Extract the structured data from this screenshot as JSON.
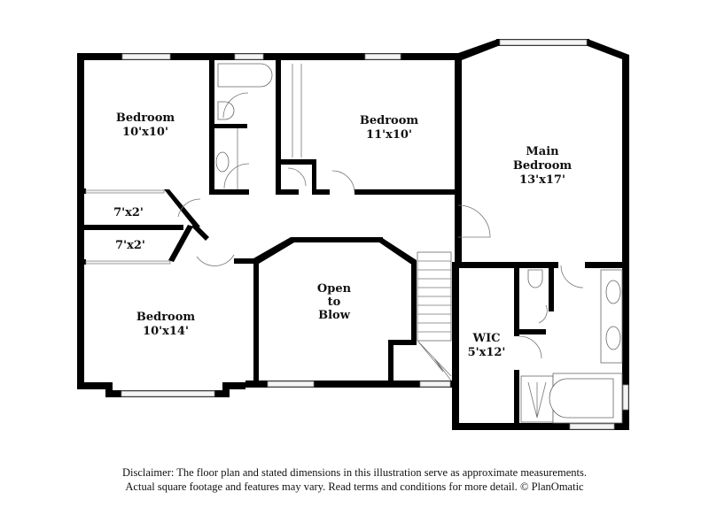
{
  "floorplan": {
    "rooms": [
      {
        "id": "bedroom-1",
        "name": "Bedroom",
        "dims": "10'x10'"
      },
      {
        "id": "bedroom-2",
        "name": "Bedroom",
        "dims": "11'x10'"
      },
      {
        "id": "main-bedroom",
        "name_line1": "Main",
        "name_line2": "Bedroom",
        "dims": "13'x17'"
      },
      {
        "id": "closet-1",
        "dims": "7'x2'"
      },
      {
        "id": "closet-2",
        "dims": "7'x2'"
      },
      {
        "id": "bedroom-3",
        "name": "Bedroom",
        "dims": "10'x14'"
      },
      {
        "id": "open-to-below",
        "line1": "Open",
        "line2": "to",
        "line3": "Blow"
      },
      {
        "id": "wic",
        "name": "WIC",
        "dims": "5'x12'"
      }
    ]
  },
  "disclaimer": {
    "line1": "Disclaimer: The floor plan and stated dimensions in this illustration serve as approximate measurements.",
    "line2": "Actual square footage and features may vary. Read terms and conditions for more detail. © PlanOmatic"
  }
}
